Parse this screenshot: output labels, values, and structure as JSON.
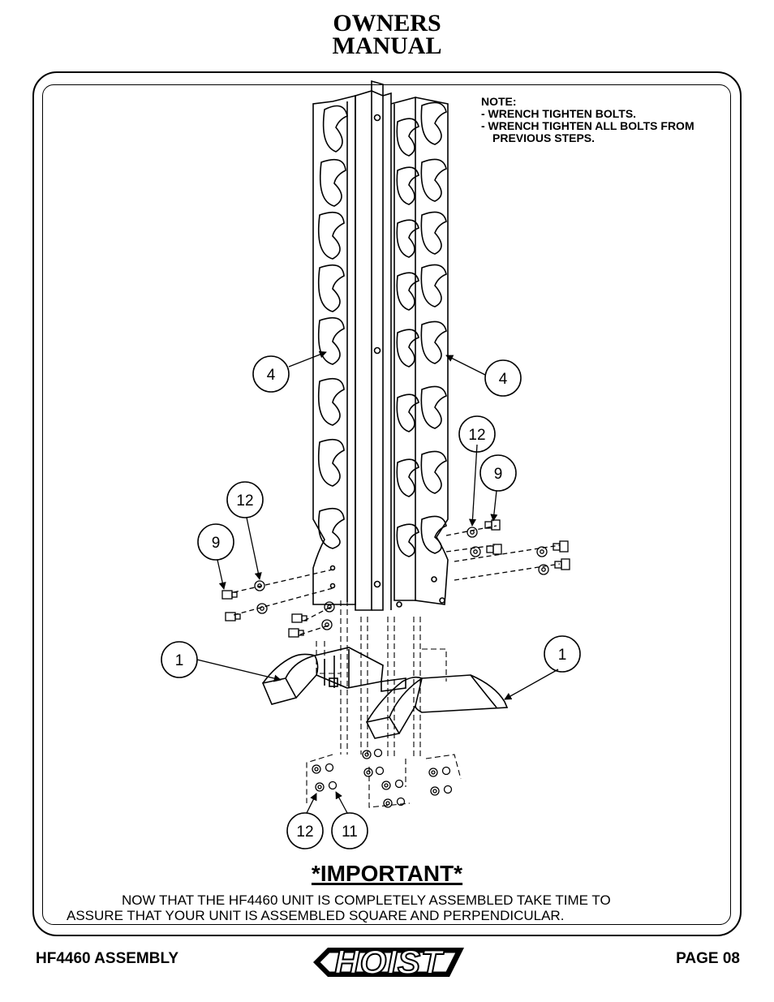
{
  "header": {
    "line1": "OWNERS",
    "line2": "MANUAL"
  },
  "note": {
    "title": "NOTE:",
    "lines": [
      "- WRENCH TIGHTEN BOLTS.",
      "- WRENCH TIGHTEN ALL BOLTS FROM",
      "   PREVIOUS STEPS."
    ]
  },
  "callouts": {
    "c4_left": "4",
    "c4_right": "4",
    "c12_right": "12",
    "c9_right": "9",
    "c12_left": "12",
    "c9_left": "9",
    "c1_left": "1",
    "c1_right": "1",
    "c12_bottom": "12",
    "c11_bottom": "11"
  },
  "important": {
    "heading": "*IMPORTANT*",
    "line1": "NOW THAT THE HF4460 UNIT IS COMPLETELY ASSEMBLED TAKE TIME TO",
    "line2": "ASSURE THAT YOUR UNIT IS ASSEMBLED SQUARE AND PERPENDICULAR."
  },
  "footer": {
    "left": "HF4460 ASSEMBLY",
    "right": "PAGE 08",
    "logo": "HOIST"
  }
}
